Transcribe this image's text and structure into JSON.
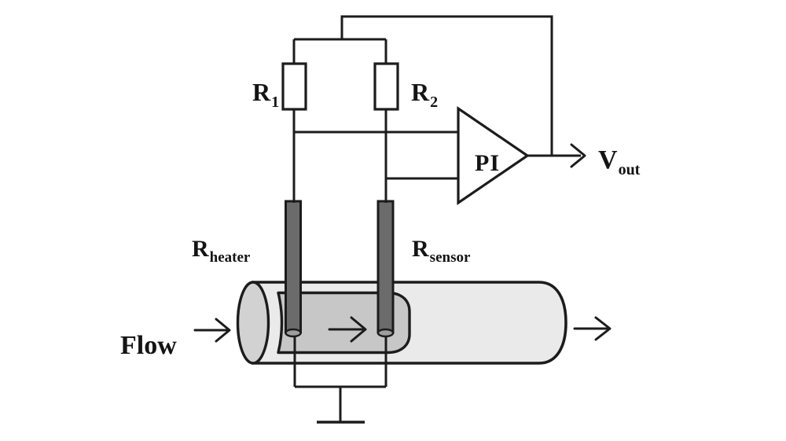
{
  "labels": {
    "r1": {
      "main": "R",
      "sub": "1"
    },
    "r2": {
      "main": "R",
      "sub": "2"
    },
    "amplifier": "PI",
    "vout": {
      "main": "V",
      "sub": "out"
    },
    "heater": {
      "main": "R",
      "sub": "heater"
    },
    "sensor": {
      "main": "R",
      "sub": "sensor"
    },
    "flow": "Flow"
  },
  "colors": {
    "line": "#1c1c1c",
    "background": "#ffffff",
    "tube-fill": "#eaeaea",
    "tube-end-fill": "#d2d2d2",
    "chamber-fill": "#c7c7c7",
    "probe-fill": "#6b6b6b",
    "probe-tip-fill": "#9e9e9e",
    "component-fill": "#ffffff",
    "label-color": "#141414"
  }
}
